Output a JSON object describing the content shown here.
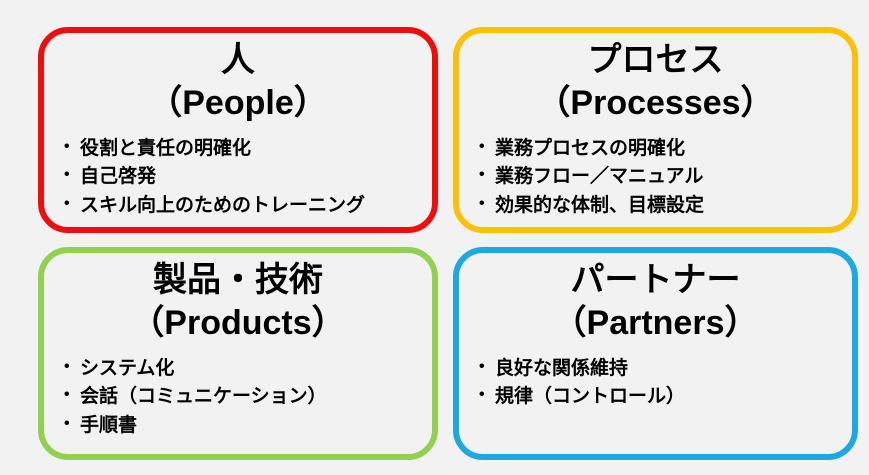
{
  "page": {
    "background_color": "#f2f2f2",
    "text_color": "#000000"
  },
  "boxes": [
    {
      "id": "people",
      "border_color": "#f20d0d",
      "title_jp": "人",
      "title_en": "（People）",
      "bullets": [
        "役割と責任の明確化",
        "自己啓発",
        "スキル向上のためのトレーニング"
      ]
    },
    {
      "id": "processes",
      "border_color": "#fcc008",
      "title_jp": "プロセス",
      "title_en": "（Processes）",
      "bullets": [
        "業務プロセスの明確化",
        "業務フロー／マニュアル",
        "効果的な体制、目標設定"
      ]
    },
    {
      "id": "products",
      "border_color": "#92d050",
      "title_jp": "製品・技術",
      "title_en": "（Products）",
      "bullets": [
        "システム化",
        "会話（コミュニケーション）",
        "手順書"
      ]
    },
    {
      "id": "partners",
      "border_color": "#1ca9e1",
      "title_jp": "パートナー",
      "title_en": "（Partners）",
      "bullets": [
        "良好な関係維持",
        "規律（コントロール）"
      ]
    }
  ]
}
